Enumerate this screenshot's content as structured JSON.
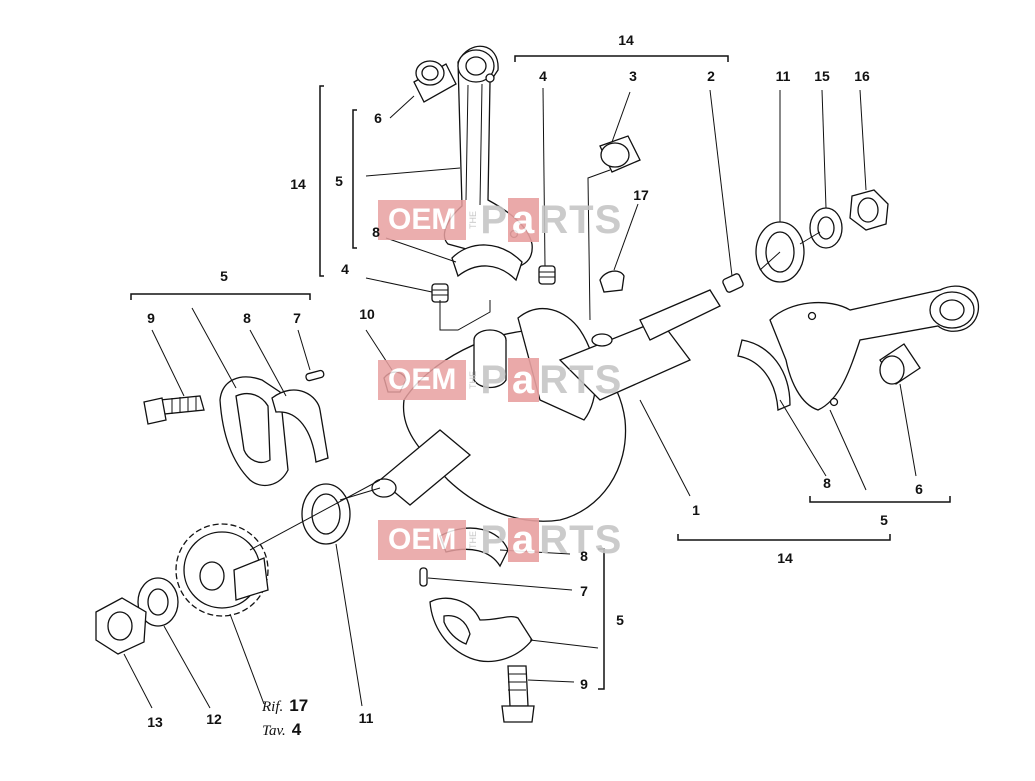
{
  "watermark": {
    "oem": "OEM",
    "the": "THE",
    "parts_pre": "P",
    "parts_a": "a",
    "parts_post": "RTS"
  },
  "reference": {
    "rif_label": "Rif.",
    "rif_value": "17",
    "tav_label": "Tav.",
    "tav_value": "4"
  },
  "callouts": [
    {
      "text": "14"
    },
    {
      "text": "4"
    },
    {
      "text": "3"
    },
    {
      "text": "2"
    },
    {
      "text": "11"
    },
    {
      "text": "15"
    },
    {
      "text": "16"
    },
    {
      "text": "6"
    },
    {
      "text": "14"
    },
    {
      "text": "5"
    },
    {
      "text": "8"
    },
    {
      "text": "4"
    },
    {
      "text": "17"
    },
    {
      "text": "5"
    },
    {
      "text": "9"
    },
    {
      "text": "8"
    },
    {
      "text": "7"
    },
    {
      "text": "10"
    },
    {
      "text": "1"
    },
    {
      "text": "8"
    },
    {
      "text": "6"
    },
    {
      "text": "5"
    },
    {
      "text": "14"
    },
    {
      "text": "8"
    },
    {
      "text": "7"
    },
    {
      "text": "5"
    },
    {
      "text": "9"
    },
    {
      "text": "13"
    },
    {
      "text": "12"
    },
    {
      "text": "11"
    }
  ]
}
